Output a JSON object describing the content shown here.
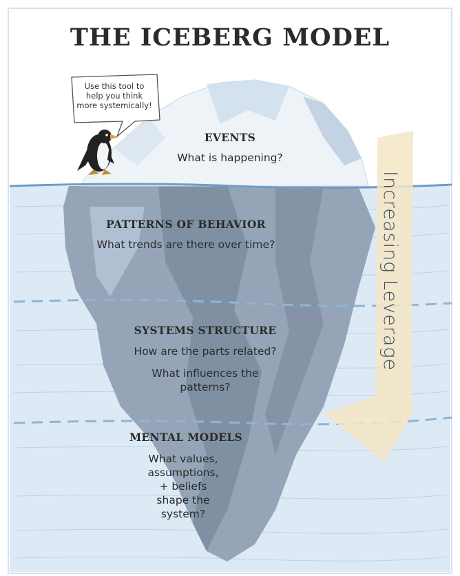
{
  "title": "THE ICEBERG MODEL",
  "speech_bubble": "Use this tool to help you think more systemically!",
  "levels": [
    {
      "heading": "EVENTS",
      "question": "What is happening?"
    },
    {
      "heading": "PATTERNS OF BEHAVIOR",
      "question": "What trends are there over time?"
    },
    {
      "heading": "SYSTEMS STRUCTURE",
      "question": "How are the parts related?",
      "question2": "What influences the patterns?"
    },
    {
      "heading": "MENTAL MODELS",
      "question": "What values, assumptions, + beliefs shape the system?"
    }
  ],
  "arrow_label": "Increasing Leverage",
  "colors": {
    "water": "#dde9f5",
    "waterline": "#6f9cc6",
    "dashed_line": "#8fb5d6",
    "ice_top": "#eef3f8",
    "ice_underwater": "#8898aa",
    "arrow": "#f4e6c6"
  }
}
